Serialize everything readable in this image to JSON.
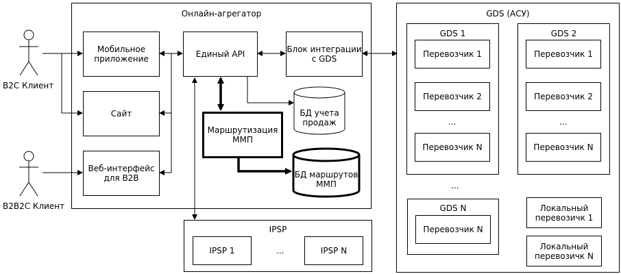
{
  "actors": {
    "b2c": "B2C Клиент",
    "b2b2c": "B2B2C Клиент"
  },
  "aggregator": {
    "title": "Онлайн-агрегатор",
    "mobile": "Мобильное\nприложение",
    "site": "Сайт",
    "web": "Веб-интерфейс\nдля B2B",
    "api": "Единый API",
    "integration": "Блок интеграции\nс GDS",
    "sales_db": "БД учета\nпродаж",
    "routing": "Маршрутизация\nММП",
    "routes_db": "БД маршрутов\nММП"
  },
  "gds": {
    "title": "GDS (АСУ)",
    "gds1": {
      "title": "GDS 1",
      "items": [
        "Перевозчик 1",
        "Перевозчик 2",
        "Перевозчик N"
      ],
      "ellipsis": "..."
    },
    "gds2": {
      "title": "GDS 2",
      "items": [
        "Перевозчик 1",
        "Перевозчик 2",
        "Перевозчик N"
      ],
      "ellipsis": "..."
    },
    "ellipsis": "...",
    "gdsn": {
      "title": "GDS N",
      "item": "Перевозчик N"
    },
    "local1": "Локальный\nперевозичк 1",
    "local2": "Локальный\nперевозичк N"
  },
  "ipsp": {
    "title": "IPSP",
    "items": [
      "IPSP 1",
      "IPSP N"
    ],
    "ellipsis": "..."
  }
}
